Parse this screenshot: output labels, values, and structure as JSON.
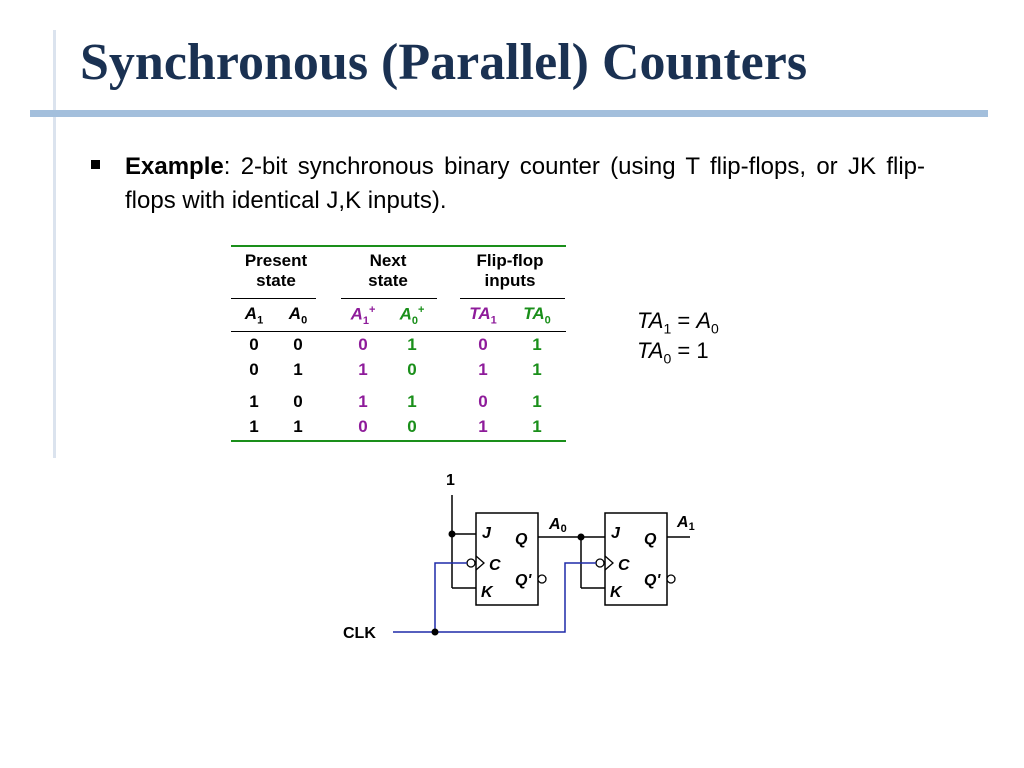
{
  "title": "Synchronous (Parallel) Counters",
  "bullet": {
    "lead": "Example",
    "text": ": 2-bit synchronous binary counter (using T flip-flops, or JK flip-flops with identical J,K inputs)."
  },
  "table": {
    "groups": [
      {
        "line1": "Present",
        "line2": "state"
      },
      {
        "line1": "Next",
        "line2": "state"
      },
      {
        "line1": "Flip-flop",
        "line2": "inputs"
      }
    ],
    "columns": [
      {
        "base": "A",
        "sub": "1",
        "sup": "",
        "color": "#000000"
      },
      {
        "base": "A",
        "sub": "0",
        "sup": "",
        "color": "#000000"
      },
      {
        "base": "A",
        "sub": "1",
        "sup": "+",
        "color": "#8e1b9a"
      },
      {
        "base": "A",
        "sub": "0",
        "sup": "+",
        "color": "#1a8f1a"
      },
      {
        "base": "TA",
        "sub": "1",
        "sup": "",
        "color": "#8e1b9a"
      },
      {
        "base": "TA",
        "sub": "0",
        "sup": "",
        "color": "#1a8f1a"
      }
    ],
    "rows": [
      [
        "0",
        "0",
        "0",
        "1",
        "0",
        "1"
      ],
      [
        "0",
        "1",
        "1",
        "0",
        "1",
        "1"
      ],
      [
        "1",
        "0",
        "1",
        "1",
        "0",
        "1"
      ],
      [
        "1",
        "1",
        "0",
        "0",
        "1",
        "1"
      ]
    ]
  },
  "equations": [
    {
      "lhs": "TA",
      "lhs_sub": "1",
      "op": " = ",
      "rhs": "A",
      "rhs_sub": "0"
    },
    {
      "lhs": "TA",
      "lhs_sub": "0",
      "op": " = 1",
      "rhs": "",
      "rhs_sub": ""
    }
  ],
  "circuit": {
    "input_label": "1",
    "clock_label": "CLK",
    "flipflops": [
      {
        "pin_j": "J",
        "pin_q": "Q",
        "pin_c": "C",
        "pin_k": "K",
        "pin_qn": "Q'",
        "output": "A",
        "output_sub": "0"
      },
      {
        "pin_j": "J",
        "pin_q": "Q",
        "pin_c": "C",
        "pin_k": "K",
        "pin_qn": "Q'",
        "output": "A",
        "output_sub": "1"
      }
    ]
  },
  "colors": {
    "title": "#1a3152",
    "title_rule": "#a3bfdc",
    "table_rule": "#1a8f1a",
    "purple": "#8e1b9a",
    "green": "#1a8f1a",
    "clock_wire": "#1e2aa8"
  }
}
